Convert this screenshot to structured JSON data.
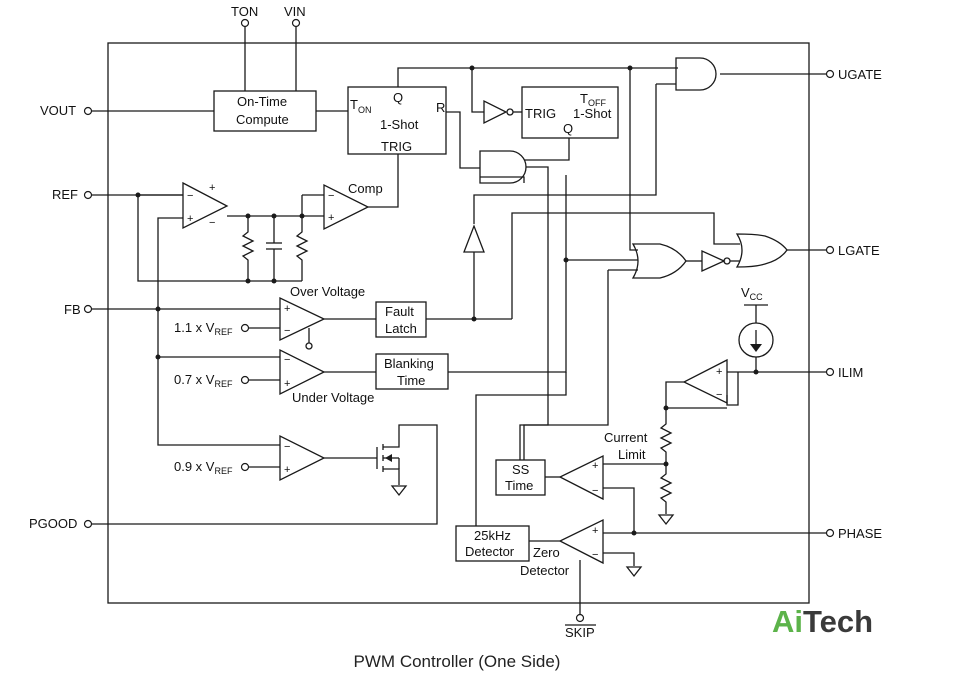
{
  "diagram": {
    "caption": "PWM Controller (One Side)",
    "pins": {
      "ton": "TON",
      "vin": "VIN",
      "vout": "VOUT",
      "ref": "REF",
      "fb": "FB",
      "pgood": "PGOOD",
      "ugate": "UGATE",
      "lgate": "LGATE",
      "ilim": "ILIM",
      "phase": "PHASE",
      "skip": "SKIP"
    },
    "blocks": {
      "on_time_line1": "On-Time",
      "on_time_line2": "Compute",
      "ton_shot_t": "T",
      "ton_shot_sub": "ON",
      "ton_shot_q": "Q",
      "ton_shot_r": "R",
      "ton_shot_name": "1-Shot",
      "ton_shot_trig": "TRIG",
      "toff_shot_t": "T",
      "toff_shot_sub": "OFF",
      "toff_shot_trig": "TRIG",
      "toff_shot_name": "1-Shot",
      "toff_shot_q": "Q",
      "fault_line1": "Fault",
      "fault_line2": "Latch",
      "blank_line1": "Blanking",
      "blank_line2": "Time",
      "ss_line1": "SS",
      "ss_line2": "Time",
      "det_line1": "25kHz",
      "det_line2": "Detector"
    },
    "labels": {
      "comp": "Comp",
      "over_voltage": "Over Voltage",
      "under_voltage": "Under Voltage",
      "current_limit_line1": "Current",
      "current_limit_line2": "Limit",
      "zero_line1": "Zero",
      "zero_line2": "Detector",
      "ov_ref_prefix": "1.1 x V",
      "uv_ref_prefix": "0.7 x V",
      "pg_ref_prefix": "0.9 x V",
      "ref_sub": "REF",
      "vcc": "V",
      "vcc_sub": "CC",
      "plus": "+",
      "minus": "−"
    },
    "logo": {
      "part1": "Ai",
      "part2": "Tech"
    }
  }
}
